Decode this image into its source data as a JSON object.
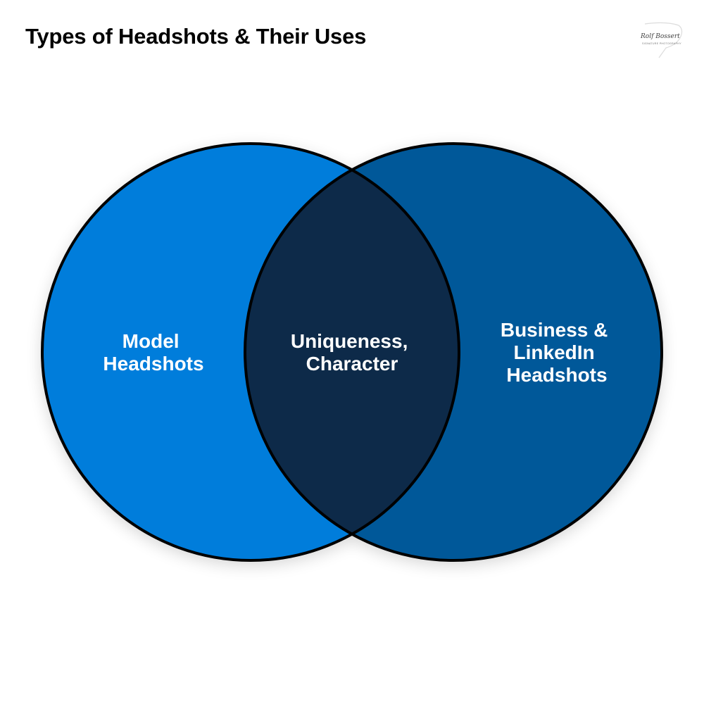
{
  "title": "Types of Headshots & Their Uses",
  "colors": {
    "left_circle": "#007ddb",
    "right_circle": "#005899",
    "intersection": "#0b2b4a",
    "outline": "#000000",
    "label_text": "#ffffff"
  },
  "logo": {
    "icon": "photographer-signature-logo",
    "signature": "Rolf Bossert",
    "tagline": "SIGNATURE PHOTOGRAPHY"
  },
  "venn": {
    "left": {
      "lines": [
        "Model",
        "Headshots"
      ]
    },
    "center": {
      "lines": [
        "Uniqueness,",
        "Character"
      ]
    },
    "right": {
      "lines": [
        "Business &",
        "LinkedIn",
        "Headshots"
      ]
    }
  }
}
